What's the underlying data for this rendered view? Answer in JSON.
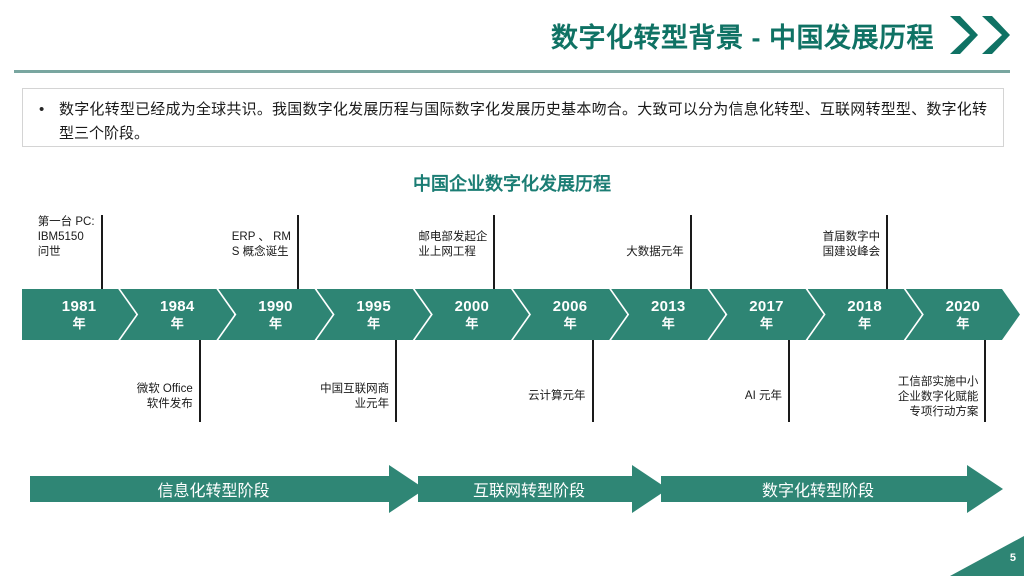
{
  "header": {
    "title": "数字化转型背景 - 中国发展历程",
    "chevron_icon": "double-chevron-right-icon",
    "accent_color": "#0f7264",
    "rule_color": "#79a6a0"
  },
  "bullet": {
    "marker": "•",
    "text": "数字化转型已经成为全球共识。我国数字化发展历程与国际数字化发展历史基本吻合。大致可以分为信息化转型、互联网转型型、数字化转型三个阶段。"
  },
  "subtitle": "中国企业数字化发展历程",
  "timeline": {
    "accent_color": "#2e8574",
    "year_suffix": "年",
    "milestones": [
      {
        "year": "1981",
        "suffix": "年",
        "label": "第一台 PC:\nIBM5150\n问世",
        "position": "above"
      },
      {
        "year": "1984",
        "suffix": "年",
        "label": "微软 Office\n软件发布",
        "position": "below"
      },
      {
        "year": "1990",
        "suffix": "年",
        "label": "ERP 、 RM\nS 概念诞生",
        "position": "above"
      },
      {
        "year": "1995",
        "suffix": "年",
        "label": "中国互联网商\n业元年",
        "position": "below"
      },
      {
        "year": "2000",
        "suffix": "年",
        "label": "邮电部发起企\n业上网工程",
        "position": "above"
      },
      {
        "year": "2006",
        "suffix": "年",
        "label": "云计算元年",
        "position": "below"
      },
      {
        "year": "2013",
        "suffix": "年",
        "label": "大数据元年",
        "position": "above"
      },
      {
        "year": "2017",
        "suffix": "年",
        "label": "AI 元年",
        "position": "below"
      },
      {
        "year": "2018",
        "suffix": "年",
        "label": "首届数字中\n国建设峰会",
        "position": "above"
      },
      {
        "year": "2020",
        "suffix": "年",
        "label": "工信部实施中小\n企业数字化赋能\n专项行动方案",
        "position": "below"
      }
    ]
  },
  "phases": [
    {
      "label": "信息化转型阶段"
    },
    {
      "label": "互联网转型阶段"
    },
    {
      "label": "数字化转型阶段"
    }
  ],
  "footer": {
    "page_number": "5"
  }
}
